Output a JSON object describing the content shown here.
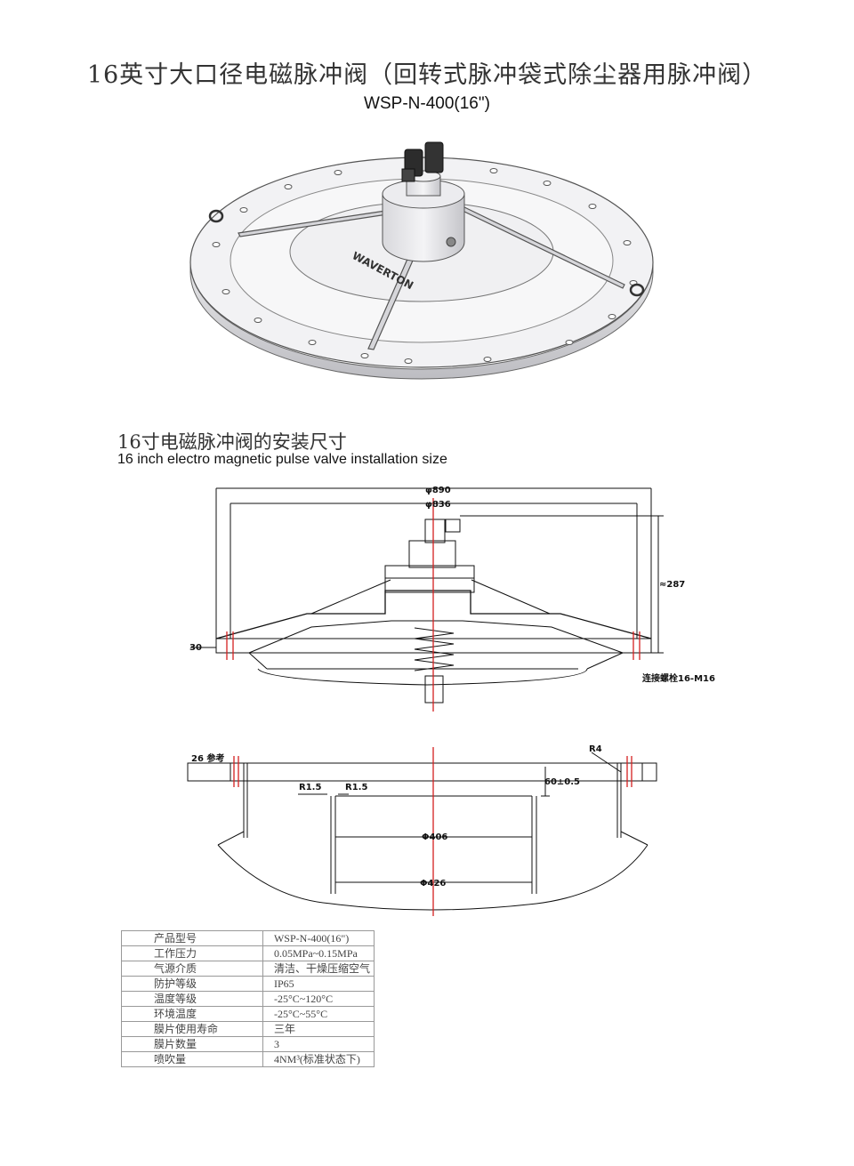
{
  "header": {
    "title": "16英寸大口径电磁脉冲阀（回转式脉冲袋式除尘器用脉冲阀）",
    "model": "WSP-N-400(16\")"
  },
  "product_image": {
    "brand_text": "WAVERTON"
  },
  "section": {
    "title_zh": "16寸电磁脉冲阀的安装尺寸",
    "title_en": "16 inch electro magnetic pulse valve installation size"
  },
  "drawing_top": {
    "dim_outer": "φ890",
    "dim_inner": "φ836",
    "dim_height": "≈287",
    "dim_flange": "30",
    "bolt_note": "连接螺栓16-M16"
  },
  "drawing_bottom": {
    "dim_ref": "26 参考",
    "dim_r4": "R4",
    "dim_r15_a": "R1.5",
    "dim_r15_b": "R1.5",
    "dim_depth": "60±0.5",
    "dim_d406": "Φ406",
    "dim_d426": "Φ426"
  },
  "spec_table": [
    {
      "key": "产品型号",
      "value": "WSP-N-400(16\")"
    },
    {
      "key": "工作压力",
      "value": "0.05MPa~0.15MPa"
    },
    {
      "key": "气源介质",
      "value": "清洁、干燥压缩空气"
    },
    {
      "key": "防护等级",
      "value": "IP65"
    },
    {
      "key": "温度等级",
      "value": "-25°C~120°C"
    },
    {
      "key": "环境温度",
      "value": "-25°C~55°C"
    },
    {
      "key": "膜片使用寿命",
      "value": "三年"
    },
    {
      "key": "膜片数量",
      "value": "3"
    },
    {
      "key": "喷吹量",
      "value": "4NM³(标准状态下)"
    }
  ]
}
